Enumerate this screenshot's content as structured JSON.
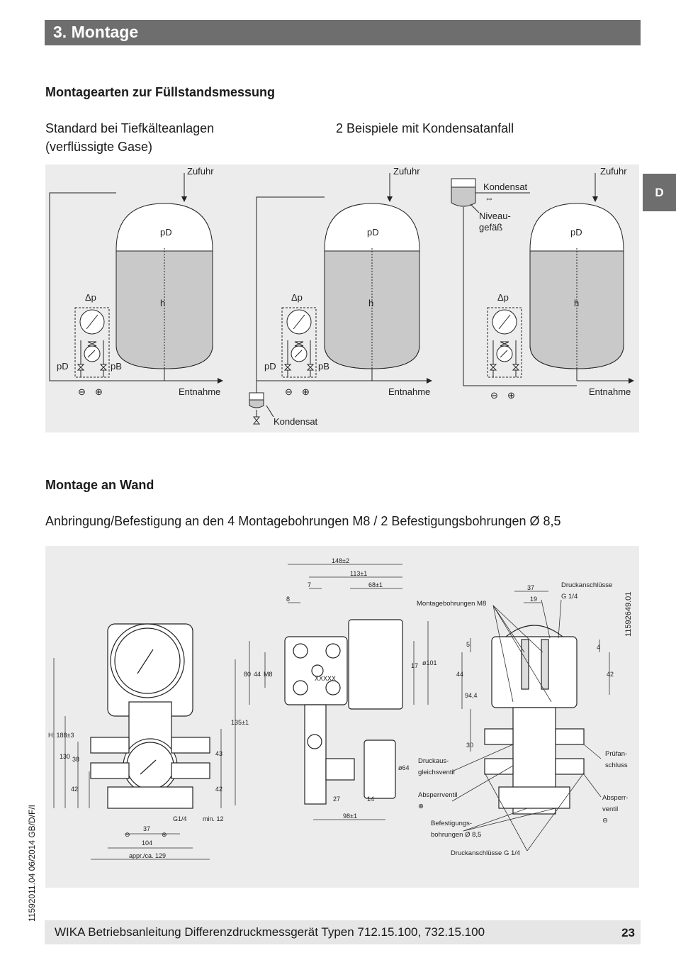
{
  "header": {
    "title": "3. Montage"
  },
  "side_tab": {
    "label": "D"
  },
  "section1": {
    "heading": "Montagearten zur Füllstandsmessung",
    "left_caption_1": "Standard bei Tiefkälteanlagen",
    "left_caption_2": "(verflüssigte Gase)",
    "right_caption": "2 Beispiele mit Kondensatanfall"
  },
  "diagram1": {
    "zufuhr": "Zufuhr",
    "entnahme": "Entnahme",
    "pd": "pD",
    "pb": "pB",
    "dp": "Δp",
    "h": "h",
    "minus": "⊖",
    "plus": "⊕",
    "kondensat": "Kondensat",
    "kondensat_arrow": "⇔",
    "niveau_1": "Niveau-",
    "niveau_2": "gefäß"
  },
  "section2": {
    "heading": "Montage an Wand",
    "text": "Anbringung/Befestigung an den 4 Montagebohrungen M8 / 2 Befestigungsbohrungen Ø 8,5"
  },
  "diagram2": {
    "drawing_no": "11592649.01",
    "labels": {
      "druckanschluesse_top_1": "Druckanschlüsse",
      "druckanschluesse_top_2": "G 1/4",
      "montagebohrungen": "Montagebohrungen M8",
      "druckausgleich_1": "Druckaus-",
      "druckausgleich_2": "gleichsventil",
      "absperrventil_plus": "Absperrventil",
      "plus": "⊕",
      "minus": "⊖",
      "befestigung_1": "Befestigungs-",
      "befestigung_2": "bohrungen Ø 8,5",
      "druckanschluesse_bottom": "Druckanschlüsse G 1/4",
      "pruef_1": "Prüfan-",
      "pruef_2": "schluss",
      "absperr_1": "Absperr-",
      "absperr_2": "ventil"
    },
    "dims": {
      "d148": "148±2",
      "d113": "113±1",
      "d7": "7",
      "d68": "68±1",
      "d8": "8",
      "d80": "80",
      "d44a": "44",
      "dM8": "M8",
      "d17": "17",
      "d101": "ø101",
      "d135": "135±1",
      "dH": "H: 188±3",
      "d130": "130",
      "d38": "38",
      "d42a": "42",
      "d43": "43",
      "d42b": "42",
      "dmin12": "min. 12",
      "dG14": "G1/4",
      "d37a": "37",
      "d104": "104",
      "d129": "appr./ca. 129",
      "d64": "ø64",
      "d27": "27",
      "d14": "14",
      "d98": "98±1",
      "d37b": "37",
      "d19": "19",
      "d5": "5",
      "d44b": "44",
      "d944": "94,4",
      "d30": "30",
      "d4": "4",
      "d42c": "42",
      "minus_sym": "⊖",
      "plus_sym": "⊕",
      "xxxxx": "XXXXX"
    }
  },
  "footer": {
    "doc_code": "11592011.04 06/2014 GB/D/F/I",
    "text": "WIKA Betriebsanleitung Differenzdruckmessgerät Typen 712.15.100, 732.15.100",
    "page": "23"
  }
}
